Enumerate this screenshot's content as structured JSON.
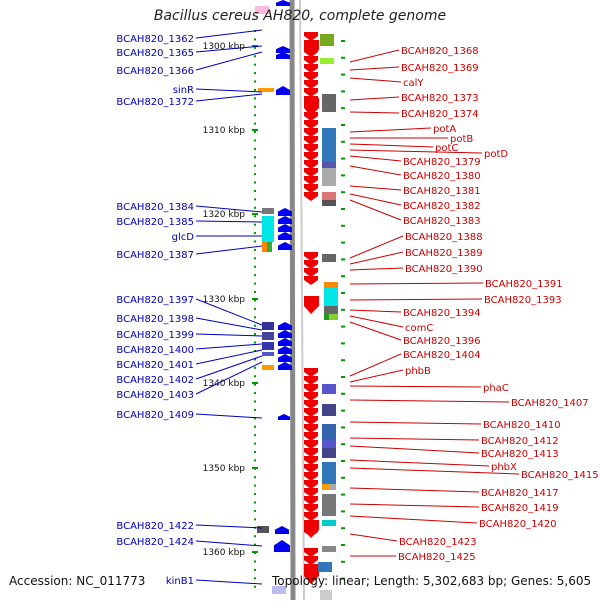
{
  "title": "Bacillus cereus AH820, complete genome",
  "accession": "Accession: NC_011773",
  "topology_line": "Topology: linear; Length: 5,302,683 bp; Genes: 5,605",
  "ruler": {
    "labels": [
      "1300 kbp",
      "1310 kbp",
      "1320 kbp",
      "1330 kbp",
      "1340 kbp",
      "1350 kbp",
      "1360 kbp"
    ]
  },
  "colors": {
    "left_label": "#0000bb",
    "right_label": "#cc0000",
    "forward_strand": "#0000ee",
    "reverse_strand": "#ee0000",
    "axis": "#888888",
    "ruler": "#009900"
  },
  "left_genes": [
    "BCAH820_1362",
    "BCAH820_1365",
    "BCAH820_1366",
    "sinR",
    "BCAH820_1372",
    "BCAH820_1384",
    "BCAH820_1385",
    "glcD",
    "BCAH820_1387",
    "BCAH820_1397",
    "BCAH820_1398",
    "BCAH820_1399",
    "BCAH820_1400",
    "BCAH820_1401",
    "BCAH820_1402",
    "BCAH820_1403",
    "BCAH820_1409",
    "BCAH820_1422",
    "BCAH820_1424",
    "kinB1"
  ],
  "right_genes": [
    "BCAH820_1368",
    "BCAH820_1369",
    "calY",
    "BCAH820_1373",
    "BCAH820_1374",
    "potA",
    "potB",
    "potC",
    "potD",
    "BCAH820_1379",
    "BCAH820_1380",
    "BCAH820_1381",
    "BCAH820_1382",
    "BCAH820_1383",
    "BCAH820_1388",
    "BCAH820_1389",
    "BCAH820_1390",
    "BCAH820_1391",
    "BCAH820_1393",
    "BCAH820_1394",
    "comC",
    "BCAH820_1396",
    "BCAH820_1404",
    "phbB",
    "phaC",
    "BCAH820_1407",
    "BCAH820_1410",
    "BCAH820_1412",
    "BCAH820_1413",
    "phbX",
    "BCAH820_1415",
    "BCAH820_1417",
    "BCAH820_1419",
    "BCAH820_1420",
    "BCAH820_1423",
    "BCAH820_1425"
  ]
}
